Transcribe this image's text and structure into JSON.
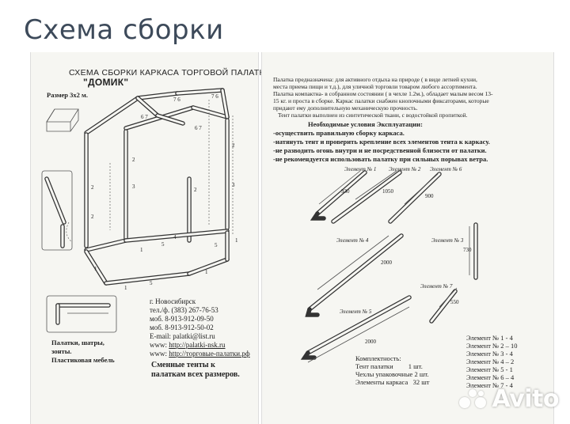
{
  "page_title": "Схема сборки",
  "left": {
    "title_line1": "СХЕМА СБОРКИ КАРКАСА ТОРГОВОЙ ПАЛАТКИ",
    "title_line2": "\"ДОМИК\"",
    "size_label": "Размер  3х2 м.",
    "frame_numbers": [
      "7 6",
      "6 7",
      "7 6",
      "6 7",
      "2",
      "2",
      "3",
      "2",
      "2",
      "3",
      "2",
      "1",
      "1",
      "5",
      "1",
      "4",
      "5",
      "1",
      "5",
      "1"
    ],
    "contacts": {
      "city": "г. Новосибирск",
      "phone": "тел./ф. (383) 267-76-53",
      "mob1": "моб.  8-913-912-09-50",
      "mob2": "моб.  8-913-912-50-02",
      "email": "E-mail: palatki@list.ru",
      "www1_prefix": "www: ",
      "www1": "http://palatki-nsk.ru",
      "www2_prefix": "www: ",
      "www2": "http://торговые-палатки.рф"
    },
    "products": [
      "Палатки, шатры,",
      "зонты.",
      "Пластиковая мебель"
    ],
    "tents_note_line1": "Сменные тенты к",
    "tents_note_line2": "палаткам всех размеров."
  },
  "right": {
    "intro_lines": [
      "Палатка предназначена: для активного отдыха на природе ( в виде летней кухни,",
      "места приема пищи и т.д.), для уличной торговли товаром любого ассортимента.",
      "Палатка компактна- в собранном состоянии ( в чехле 1.2м.), обладает малым весом 13-",
      "15 кг. и проста в сборке. Каркас палатки снабжен кнопочными фиксаторами, которые",
      "придают ему дополнительную механическую прочность.",
      "Тент палатки выполнен из синтетической  ткани, с водостойкой пропиткой."
    ],
    "conditions_title": "Необходимые условия Эксплуатации:",
    "conditions": [
      "-осуществить правильную сборку каркаса.",
      "-натянуть тент и проверить крепление всех элементов тента к каркасу.",
      "-не разводить огонь внутри и не посредственной близости от палатки.",
      "-не рекомендуется использовать палатку при сильных порывах ветра."
    ],
    "element_labels": [
      "Элемент № 1",
      "Элемент № 2",
      "Элемент № 6",
      "Элемент № 4",
      "Элемент № 3",
      "Элемент № 7",
      "Элемент № 5"
    ],
    "dimensions": [
      "930",
      "1050",
      "900",
      "2000",
      "730",
      "550",
      "2000"
    ],
    "kit_title": "Комплектность:",
    "kit": [
      {
        "name": "Тент палатки",
        "qty": "1 шт."
      },
      {
        "name": "Чехлы упаковочные",
        "qty": "2 шт."
      },
      {
        "name": "Элементы каркаса",
        "qty": "32 шт"
      }
    ],
    "element_counts": [
      "Элемент № 1 -  4",
      "Элемент № 2 – 10",
      "Элемент № 3 -  4",
      "Элемент № 4 – 2",
      "Элемент № 5 -  1",
      "Элемент № 6 – 4",
      "Элемент № 7 - 4"
    ]
  },
  "watermark": "Avito"
}
